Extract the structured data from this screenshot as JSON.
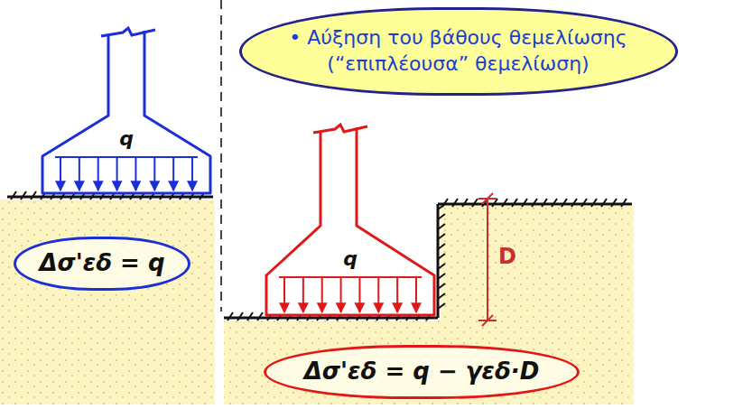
{
  "diagram": {
    "nodes": [
      {
        "text": [
          "• Αύξηση του βάθους θεμελίωσης (“επιπλέουσα” θεμελίωση)"
        ]
      },
      {
        "text": [
          "q"
        ]
      },
      {
        "text": [
          "Δσ'εδ = q"
        ]
      },
      {
        "text": [
          "q"
        ]
      },
      {
        "text": [
          "Δσ'εδ = q − γεδ·D"
        ]
      }
    ],
    "labels": [
      "D"
    ]
  }
}
